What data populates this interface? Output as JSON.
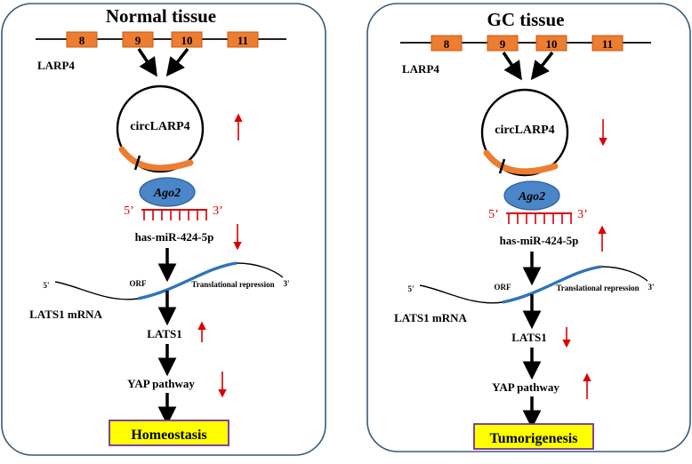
{
  "panels": [
    {
      "title": "Normal tissue",
      "exons": [
        "8",
        "9",
        "10",
        "11"
      ],
      "gene_label": "LARP4",
      "circ_label": "circLARP4",
      "circ_trend": "up",
      "ago_label": "Ago2",
      "five_prime_red": "5’",
      "three_prime_red": "3’",
      "mirna_label": "has-miR-424-5p",
      "mirna_trend": "down",
      "five_prime": "5'",
      "three_prime": "3'",
      "orf_label": "ORF",
      "repression_label": "Translational repression",
      "mrna_label": "LATS1 mRNA",
      "lats1_label": "LATS1",
      "lats1_trend": "up",
      "yap_label": "YAP pathway",
      "yap_trend": "down",
      "outcome_label": "Homeostasis"
    },
    {
      "title": "GC tissue",
      "exons": [
        "8",
        "9",
        "10",
        "11"
      ],
      "gene_label": "LARP4",
      "circ_label": "circLARP4",
      "circ_trend": "down",
      "ago_label": "Ago2",
      "five_prime_red": "5’",
      "three_prime_red": "3’",
      "mirna_label": "has-miR-424-5p",
      "mirna_trend": "up",
      "five_prime": "5'",
      "three_prime": "3'",
      "orf_label": "ORF",
      "repression_label": "Translational repression",
      "mrna_label": "LATS1 mRNA",
      "lats1_label": "LATS1",
      "lats1_trend": "down",
      "yap_label": "YAP pathway",
      "yap_trend": "up",
      "outcome_label": "Tumorigenesis"
    }
  ],
  "colors": {
    "exon_fill": "#ed7d31",
    "exon_stroke": "#c55a11",
    "circ_arc": "#ed7d31",
    "ago_fill": "#4a86c8",
    "ago_stroke": "#2f5f96",
    "mirna": "#d90000",
    "orf_line": "#2e75b6",
    "trend_arrow": "#d90000",
    "outcome_fill": "#ffff00",
    "outcome_stroke": "#7030a0",
    "panel_stroke": "#3a5a78"
  }
}
